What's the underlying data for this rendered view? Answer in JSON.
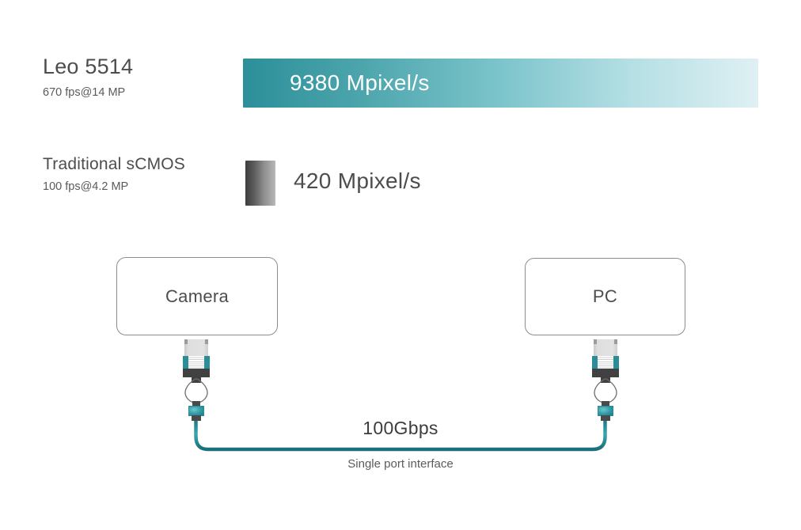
{
  "comparison": {
    "rows": [
      {
        "title": "Leo 5514",
        "subtitle": "670 fps@14 MP",
        "value": "9380 Mpixel/s",
        "bar_style": "teal-gradient",
        "bar_color_start": "#2c8f99",
        "bar_color_end": "#dff0f3"
      },
      {
        "title": "Traditional sCMOS",
        "subtitle": "100 fps@4.2 MP",
        "value": "420 Mpixel/s",
        "bar_style": "gray-gradient",
        "bar_color_start": "#3d3d3d",
        "bar_color_end": "#b8b8b8"
      }
    ]
  },
  "chart_data": {
    "type": "bar",
    "title": "",
    "orientation": "horizontal",
    "categories": [
      "Leo 5514",
      "Traditional sCMOS"
    ],
    "values": [
      9380,
      420
    ],
    "unit": "Mpixel/s",
    "value_labels": [
      "9380 Mpixel/s",
      "420 Mpixel/s"
    ],
    "category_sublabels": [
      "670 fps@14 MP",
      "100 fps@4.2 MP"
    ],
    "xlabel": "",
    "ylabel": "",
    "xlim": [
      0,
      9380
    ],
    "grid": false,
    "legend": false,
    "series_colors": [
      "#2c8f99",
      "#3d3d3d"
    ]
  },
  "diagram": {
    "nodes": [
      {
        "id": "camera",
        "label": "Camera"
      },
      {
        "id": "pc",
        "label": "PC"
      }
    ],
    "link": {
      "speed": "100Gbps",
      "note": "Single port interface",
      "cable_color": "#2e93a0"
    },
    "connector_colors": {
      "module_teal": "#2d8d96",
      "module_body": "#dedede",
      "module_base": "#414141",
      "plug_teal": "#2e9aa5"
    }
  }
}
